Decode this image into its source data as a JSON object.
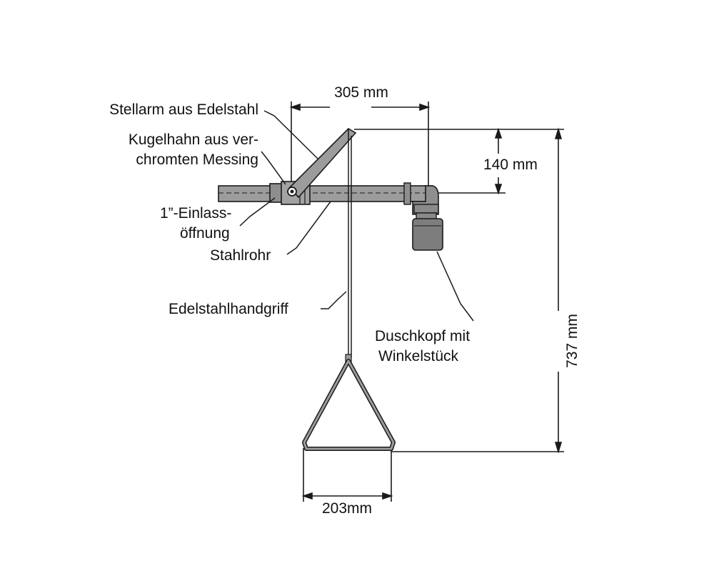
{
  "labels": {
    "stellarm": "Stellarm aus Edelstahl",
    "kugelhahn_1": "Kugelhahn aus ver-",
    "kugelhahn_2": "chromten Messing",
    "einlass_1": "1”-Einlass-",
    "einlass_2": "öffnung",
    "stahlrohr": "Stahlrohr",
    "handgriff": "Edelstahlhandgriff",
    "duschkopf_1": "Duschkopf mit",
    "duschkopf_2": "Winkelstück"
  },
  "dimensions": {
    "width_arm": "305 mm",
    "drop": "140 mm",
    "height": "737 mm",
    "handle_width": "203mm"
  },
  "colors": {
    "pipe_fill": "#9c9c9c",
    "pipe_dark": "#7d7d7d",
    "line": "#1a1a1a"
  }
}
